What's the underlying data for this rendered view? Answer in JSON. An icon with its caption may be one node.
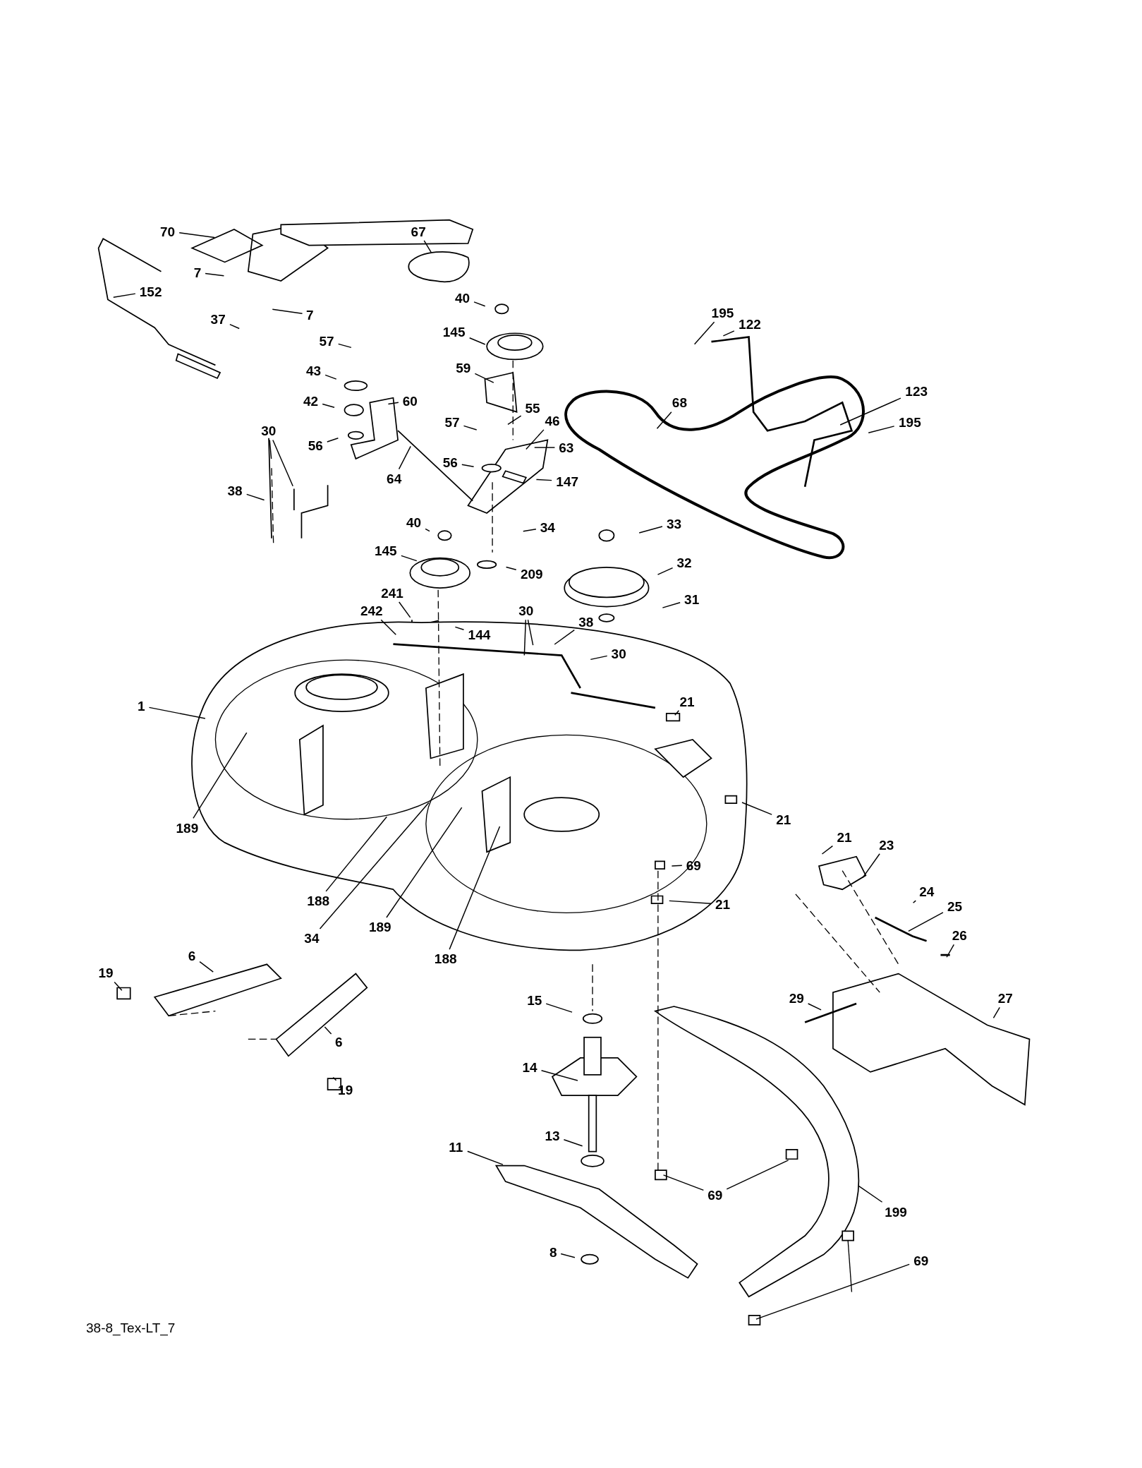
{
  "diagram": {
    "nodes": [
      {
        "text": [
          "70"
        ]
      },
      {
        "text": [
          "7"
        ]
      },
      {
        "text": [
          "152"
        ]
      },
      {
        "text": [
          "67"
        ]
      },
      {
        "text": [
          "7"
        ]
      },
      {
        "text": [
          "37"
        ]
      },
      {
        "text": [
          "40"
        ]
      },
      {
        "text": [
          "145"
        ]
      },
      {
        "text": [
          "57"
        ]
      },
      {
        "text": [
          "43"
        ]
      },
      {
        "text": [
          "59"
        ]
      },
      {
        "text": [
          "42"
        ]
      },
      {
        "text": [
          "60"
        ]
      },
      {
        "text": [
          "68"
        ]
      },
      {
        "text": [
          "56"
        ]
      },
      {
        "text": [
          "57"
        ]
      },
      {
        "text": [
          "55"
        ]
      },
      {
        "text": [
          "46"
        ]
      },
      {
        "text": [
          "30"
        ]
      },
      {
        "text": [
          "56"
        ]
      },
      {
        "text": [
          "63"
        ]
      },
      {
        "text": [
          "64"
        ]
      },
      {
        "text": [
          "147"
        ]
      },
      {
        "text": [
          "38"
        ]
      },
      {
        "text": [
          "40"
        ]
      },
      {
        "text": [
          "34"
        ]
      },
      {
        "text": [
          "33"
        ]
      },
      {
        "text": [
          "145"
        ]
      },
      {
        "text": [
          "32"
        ]
      },
      {
        "text": [
          "209"
        ]
      },
      {
        "text": [
          "31"
        ]
      },
      {
        "text": [
          "241"
        ]
      },
      {
        "text": [
          "30"
        ]
      },
      {
        "text": [
          "242"
        ]
      },
      {
        "text": [
          "144"
        ]
      },
      {
        "text": [
          "38"
        ]
      },
      {
        "text": [
          "30"
        ]
      },
      {
        "text": [
          "1"
        ]
      },
      {
        "text": [
          "21"
        ]
      },
      {
        "text": [
          "195"
        ]
      },
      {
        "text": [
          "122"
        ]
      },
      {
        "text": [
          "123"
        ]
      },
      {
        "text": [
          "195"
        ]
      },
      {
        "text": [
          "189"
        ]
      },
      {
        "text": [
          "21"
        ]
      },
      {
        "text": [
          "69"
        ]
      },
      {
        "text": [
          "21"
        ]
      },
      {
        "text": [
          "23"
        ]
      },
      {
        "text": [
          "24"
        ]
      },
      {
        "text": [
          "25"
        ]
      },
      {
        "text": [
          "188"
        ]
      },
      {
        "text": [
          "189"
        ]
      },
      {
        "text": [
          "34"
        ]
      },
      {
        "text": [
          "21"
        ]
      },
      {
        "text": [
          "26"
        ]
      },
      {
        "text": [
          "188"
        ]
      },
      {
        "text": [
          "6"
        ]
      },
      {
        "text": [
          "19"
        ]
      },
      {
        "text": [
          "27"
        ]
      },
      {
        "text": [
          "29"
        ]
      },
      {
        "text": [
          "15"
        ]
      },
      {
        "text": [
          "6"
        ]
      },
      {
        "text": [
          "14"
        ]
      },
      {
        "text": [
          "19"
        ]
      },
      {
        "text": [
          "13"
        ]
      },
      {
        "text": [
          "11"
        ]
      },
      {
        "text": [
          "69"
        ]
      },
      {
        "text": [
          "199"
        ]
      },
      {
        "text": [
          "8"
        ]
      },
      {
        "text": [
          "69"
        ]
      }
    ],
    "edges": [
      {
        "from": 0,
        "to": null,
        "arrow": "none"
      },
      {
        "from": 1,
        "to": null,
        "arrow": "none"
      },
      {
        "from": 2,
        "to": null,
        "arrow": "none"
      },
      {
        "from": 3,
        "to": null,
        "arrow": "none"
      },
      {
        "from": 4,
        "to": null,
        "arrow": "none"
      },
      {
        "from": 5,
        "to": null,
        "arrow": "none"
      },
      {
        "from": 6,
        "to": null,
        "arrow": "none"
      },
      {
        "from": 7,
        "to": null,
        "arrow": "none"
      },
      {
        "from": 8,
        "to": null,
        "arrow": "none"
      },
      {
        "from": 9,
        "to": null,
        "arrow": "none"
      },
      {
        "from": 10,
        "to": null,
        "arrow": "none"
      },
      {
        "from": 11,
        "to": null,
        "arrow": "none"
      },
      {
        "from": 12,
        "to": null,
        "arrow": "none"
      },
      {
        "from": 13,
        "to": null,
        "arrow": "none"
      },
      {
        "from": 14,
        "to": null,
        "arrow": "none"
      },
      {
        "from": 15,
        "to": null,
        "arrow": "none"
      },
      {
        "from": 16,
        "to": null,
        "arrow": "none"
      },
      {
        "from": 17,
        "to": null,
        "arrow": "none"
      },
      {
        "from": 18,
        "to": null,
        "arrow": "none"
      },
      {
        "from": 18,
        "to": null,
        "arrow": "none"
      },
      {
        "from": 19,
        "to": null,
        "arrow": "none"
      },
      {
        "from": 20,
        "to": null,
        "arrow": "none"
      },
      {
        "from": 21,
        "to": null,
        "arrow": "none"
      },
      {
        "from": 22,
        "to": null,
        "arrow": "none"
      },
      {
        "from": 23,
        "to": null,
        "arrow": "none"
      },
      {
        "from": 24,
        "to": null,
        "arrow": "none"
      },
      {
        "from": 25,
        "to": null,
        "arrow": "none"
      },
      {
        "from": 26,
        "to": null,
        "arrow": "none"
      },
      {
        "from": 27,
        "to": null,
        "arrow": "none"
      },
      {
        "from": 28,
        "to": null,
        "arrow": "none"
      },
      {
        "from": 29,
        "to": null,
        "arrow": "none"
      },
      {
        "from": 30,
        "to": null,
        "arrow": "none"
      },
      {
        "from": 31,
        "to": null,
        "arrow": "none"
      },
      {
        "from": 32,
        "to": null,
        "arrow": "none"
      },
      {
        "from": 32,
        "to": null,
        "arrow": "none"
      },
      {
        "from": 33,
        "to": null,
        "arrow": "none"
      },
      {
        "from": 34,
        "to": null,
        "arrow": "none"
      },
      {
        "from": 35,
        "to": null,
        "arrow": "none"
      },
      {
        "from": 36,
        "to": null,
        "arrow": "none"
      },
      {
        "from": 37,
        "to": null,
        "arrow": "none"
      },
      {
        "from": 38,
        "to": null,
        "arrow": "none"
      },
      {
        "from": 39,
        "to": null,
        "arrow": "none"
      },
      {
        "from": 40,
        "to": null,
        "arrow": "none"
      },
      {
        "from": 41,
        "to": null,
        "arrow": "none"
      },
      {
        "from": 42,
        "to": null,
        "arrow": "none"
      },
      {
        "from": 43,
        "to": null,
        "arrow": "none"
      },
      {
        "from": 44,
        "to": null,
        "arrow": "none"
      },
      {
        "from": 45,
        "to": null,
        "arrow": "none"
      },
      {
        "from": 46,
        "to": null,
        "arrow": "none"
      },
      {
        "from": 47,
        "to": null,
        "arrow": "none"
      },
      {
        "from": 48,
        "to": null,
        "arrow": "none"
      },
      {
        "from": 49,
        "to": null,
        "arrow": "none"
      },
      {
        "from": 50,
        "to": null,
        "arrow": "none"
      },
      {
        "from": 51,
        "to": null,
        "arrow": "none"
      },
      {
        "from": 52,
        "to": null,
        "arrow": "none"
      },
      {
        "from": 53,
        "to": null,
        "arrow": "none"
      },
      {
        "from": 54,
        "to": null,
        "arrow": "none"
      },
      {
        "from": 55,
        "to": null,
        "arrow": "none"
      },
      {
        "from": 56,
        "to": null,
        "arrow": "none"
      },
      {
        "from": 57,
        "to": null,
        "arrow": "none"
      },
      {
        "from": 58,
        "to": null,
        "arrow": "none"
      },
      {
        "from": 59,
        "to": null,
        "arrow": "none"
      },
      {
        "from": 60,
        "to": null,
        "arrow": "none"
      },
      {
        "from": 61,
        "to": null,
        "arrow": "none"
      },
      {
        "from": 62,
        "to": null,
        "arrow": "none"
      },
      {
        "from": 63,
        "to": null,
        "arrow": "none"
      },
      {
        "from": 64,
        "to": null,
        "arrow": "none"
      },
      {
        "from": 65,
        "to": null,
        "arrow": "none"
      },
      {
        "from": 66,
        "to": null,
        "arrow": "none"
      },
      {
        "from": 66,
        "to": null,
        "arrow": "none"
      },
      {
        "from": 67,
        "to": null,
        "arrow": "none"
      },
      {
        "from": 68,
        "to": null,
        "arrow": "none"
      },
      {
        "from": 69,
        "to": null,
        "arrow": "none"
      }
    ],
    "labels": [
      "38-8_Tex-LT_7"
    ]
  }
}
